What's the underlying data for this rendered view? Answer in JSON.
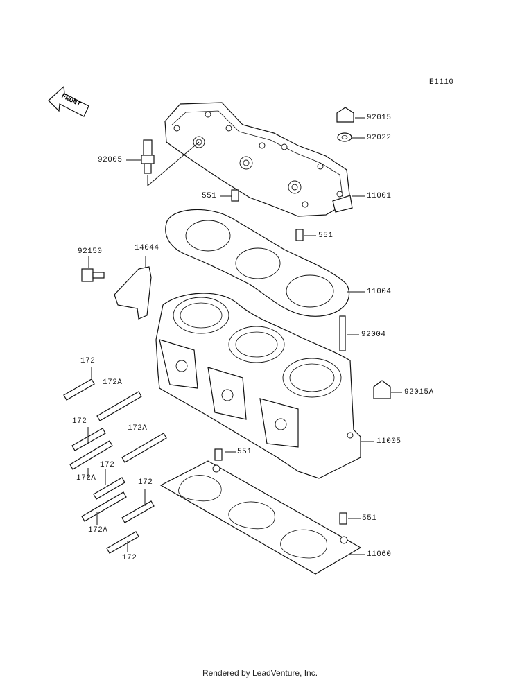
{
  "diagram_code": "E1110",
  "front_label": "FRONT",
  "parts": [
    {
      "id": "p92015",
      "label": "92015"
    },
    {
      "id": "p92022",
      "label": "92022"
    },
    {
      "id": "p92005",
      "label": "92005"
    },
    {
      "id": "p551a",
      "label": "551"
    },
    {
      "id": "p11001",
      "label": "11001"
    },
    {
      "id": "p551b",
      "label": "551"
    },
    {
      "id": "p92150",
      "label": "92150"
    },
    {
      "id": "p14044",
      "label": "14044"
    },
    {
      "id": "p11004",
      "label": "11004"
    },
    {
      "id": "p92004",
      "label": "92004"
    },
    {
      "id": "p172a",
      "label": "172"
    },
    {
      "id": "p172Aa",
      "label": "172A"
    },
    {
      "id": "p92015A",
      "label": "92015A"
    },
    {
      "id": "p172b",
      "label": "172"
    },
    {
      "id": "p172Ab",
      "label": "172A"
    },
    {
      "id": "p11005",
      "label": "11005"
    },
    {
      "id": "p172Ac",
      "label": "172A"
    },
    {
      "id": "p551c",
      "label": "551"
    },
    {
      "id": "p172c",
      "label": "172"
    },
    {
      "id": "p172d",
      "label": "172"
    },
    {
      "id": "p551d",
      "label": "551"
    },
    {
      "id": "p172Ad",
      "label": "172A"
    },
    {
      "id": "p11060",
      "label": "11060"
    },
    {
      "id": "p172e",
      "label": "172"
    }
  ],
  "footer": "Rendered by LeadVenture, Inc."
}
